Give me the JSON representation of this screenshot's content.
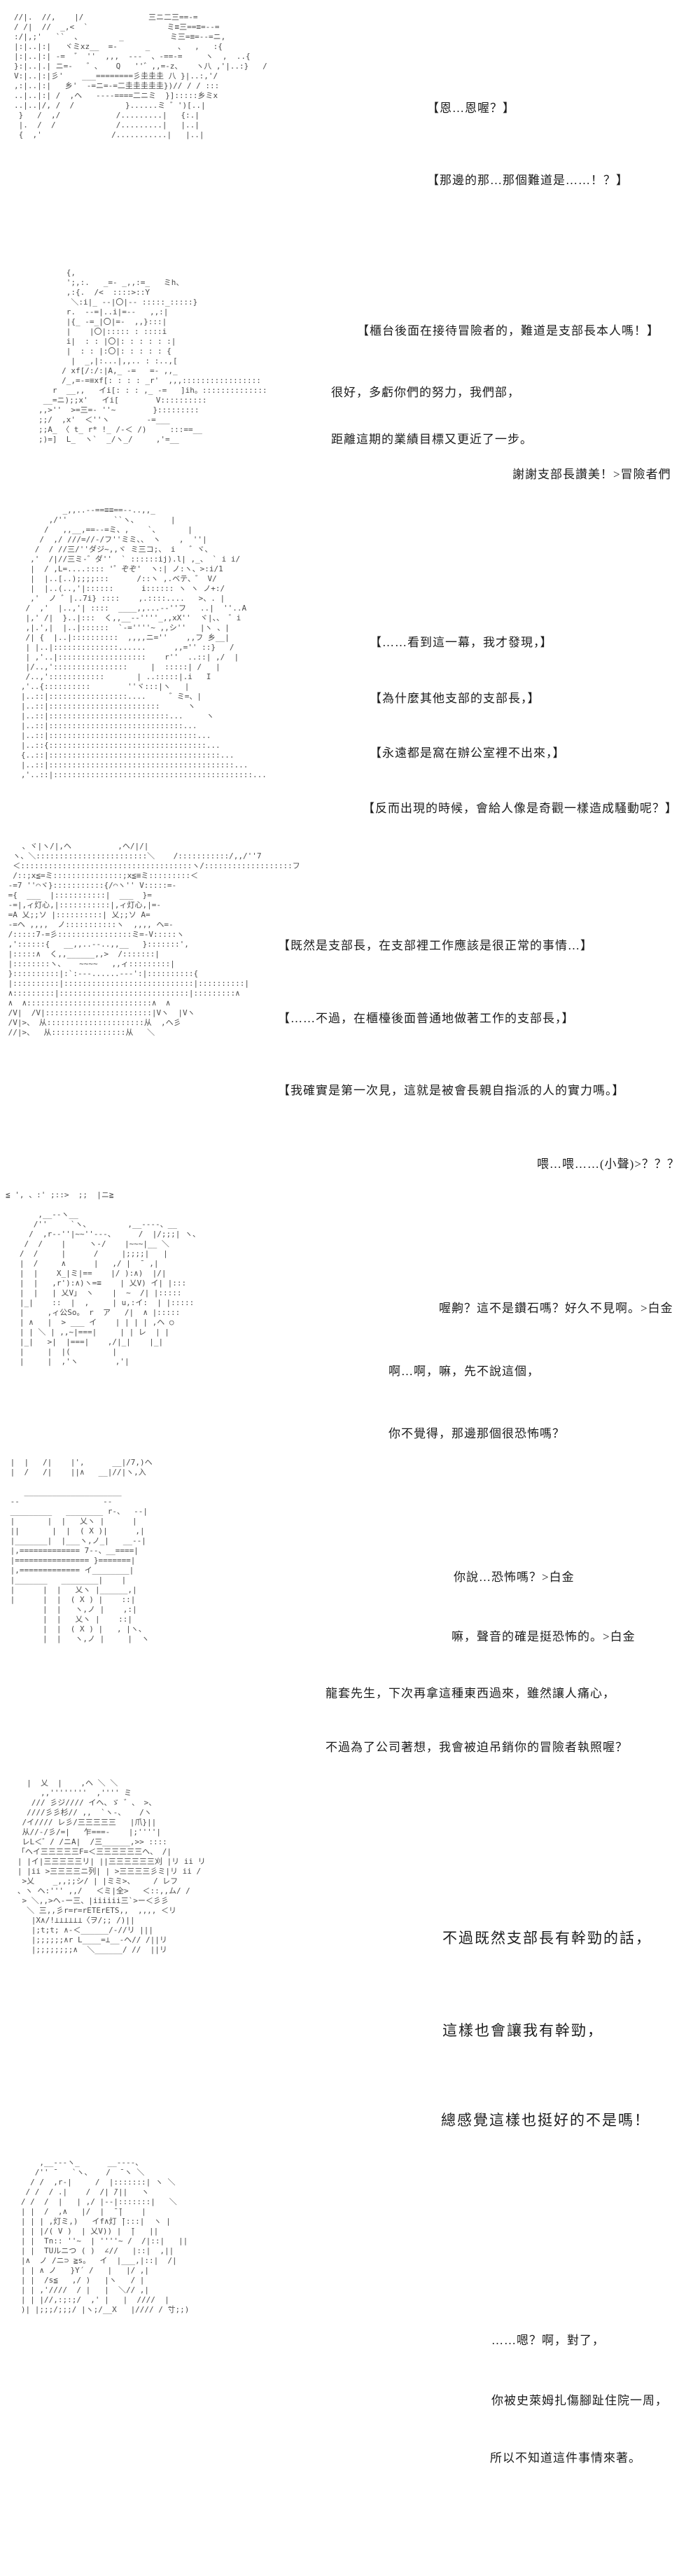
{
  "page": {
    "background_color": "#ffffff",
    "text_color": "#1c1c1c",
    "aa_color": "#4a4a4a"
  },
  "sections": [
    {
      "aa": [
        "//|.  //,    |/              三ニ二三==‐=",
        "/ /|  //  _,<  `                 ミ≡三==≡=‐‐=",
        ":/|,;'   ``  、        _          ミ三=≡=‐-=ニ,",
        "|:|..|:|   ヾミxz__  =‐      _      、  ,   :{",
        "|:|..|:| ‐=  ゛ ''  ,,,  ‐‐‐  、‐==‐=     ヽ  ,  ..{",
        "}:|..|.| ニ=‐   ゛、   Q   ''゛,,=‐z、   ヽ八 ,'|..:}   /",
        "V:|..|:|彡'    ___========彡圭圭圭 八 }|..:,'/",
        ",:|..|:|   乡'  ‐=ニ=‐=二圭圭圭圭圭})// / / :::",
        "..|..|:| /  ,ヘ   ‐‐‐‐====二ニミ  }]:::::乡ミx",
        "..|..|/, /  /           }......ミ ゛')[..|",
        " }   /  ,/            /.........|   {:.|",
        " |.  /  /             /.........|   |..|",
        " {  ,'               /...........|   |..|"
      ],
      "dialogues": [
        "【恩…恩喔？】",
        "【那邊的那…那個難道是……！？】"
      ]
    },
    {
      "aa": [
        "      {,",
        "      ';,:.   _=‐ _,,:=_   ミh、",
        "      ,:{.  /<  ::::>::Y",
        "       ＼:i|_ ‐‐|〇|‐‐ :::::_:::::}",
        "      r.  ‐‐=|..i|=‐‐   ,,:|",
        "      |{_ ‐=_|〇|=‐  ,,}:::|",
        "      |    |〇|::::: : ::::i",
        "      i|  : : |〇|: : : : : :|",
        "      |  : : |:〇|: : : : : {",
        "       |  _,|:...|,,.. : :..,[",
        "     / xf[/:/:|A,_ ‐=   =‐ ,,_",
        "     /_,=‐=≡xf[: : : : _r'  ,,,:::::::::::::::::",
        "   r  __,,   イi[: : : ,_ ‐=   ]ih。::::::::::::::",
        " __=ニ);;x'   イi[        V::::::::::",
        ",,>''  >=三=‐ ''~        }:::::::::",
        ";;/  ,x'  ＜''ヽ        ‐=___",
        ";;A_ 〈 t_ r* !_ /‐＜ /)     :::==__",
        ";)=]  L_  ヽ`  _/ヽ_/     ,'=__"
      ],
      "dialogues": [
        "【櫃台後面在接待冒險者的，難道是支部長本人嗎！】",
        "很好，多虧你們的努力，我們部，",
        "距離這期的業績目標又更近了一步。",
        "謝謝支部長讚美！>冒險者們"
      ]
    },
    {
      "aa": [
        "            _,,..--==≡≡==--..,,_",
        "         ,/''          ``ヽ、       |",
        "        /   ,,__,==‐‐=ミ、,    `、      |",
        "       /  ,/ ///=//‐/フ''ミミ、、 ヽ    ,  ''|",
        "      /  / //三/''ダジ~,,ヾ ミ三コ;、 i   ゛ヾ、",
        "     ,'  /|//三ミ‐゛ダ''  ` ::::::ij).l| ,_、 ` i i/",
        "     |  / ,L=....:::: '゜ぞぞ'  ヽ:| ノ:ヽ、>:i/1",
        "     |  |..[..);;;;:::      /::ヽ ,.ベテ、゛ V/",
        "     |  |..(..,'|::::::      i:::::: ヽ ヽ ノ+:/",
        "     ,'  ノ ゛|..7i} ::::    ,.::::....   >、. |",
        "    /  ,'  |..,'| ::::  ____,,...-‐''フ   ..|  ''..A",
        "    |,' /|  }..|:::  く,,__‐‐''''_,,xX''  ヾ|、、 ゛i",
        "    ,|.',|  |..|::::::  `‐=''''~ ,,シ''   |ヽ 、|",
        "    /| {  |..|::::::::::  ,,,,ニ=''    ,,フ 乡__|",
        "    | |..|::::::::::::::......      ,,='' ::}   /",
        "    | ,'..|:::::::::::::::::::    r''  ..::| ,/  |",
        "    |/..,'::::::::::::::::     |  :::::| /   |",
        "    /..,'::::::::::::       | ..:::::|.i   I",
        "   ,'..{::::::::::        ''ヾ:::|ヽ   |",
        "   |..::|:::::::::::::::::....     ゛ミ=、|",
        "   |..::|::::::::::::::::::::::::      ヽ",
        "   |..::|::::::::::::::::::::::::::...     ヽ",
        "   |..::|:::::::::::::::::::::::::::::...",
        "   |..::|::::::::::::::::::::::::::::::::...",
        "   |..::{::::::::::::::::::::::::::::::::::...",
        "   {..::|:::::::::::::::::::::::::::::::::::::...",
        "   |..::|::::::::::::::::::::::::::::::::::::::::...",
        "   ,'..::|:::::::::::::::::::::::::::::::::::::::::::..."
      ],
      "dialogues": [
        "【……看到這一幕，我才發現，】",
        "【為什麼其他支部的支部長，】",
        "【永遠都是窩在辦公室裡不出來，】",
        "【反而出現的時候，會給人像是奇觀一樣造成騷動呢？】"
      ]
    },
    {
      "aa": [
        "    、ヾ|ヽ/|,ヘ          ,ヘ/|/|",
        "  ヽ、＼::::::::::::::::::::::::＼    /:::::::::::/,,/''7",
        "  ＜:::::::::::::::::::::::::::::::::::::ヽ/:::::::::::::::::::フ",
        "  /::;x≦=ミ:::::::::::::::;x≦≡ミ:::::::::＜",
        " ‐=7 ''⌒ヾ}:::::::::::{/⌒ヽ'' V:::::=‐",
        " ={  ___  |:::::::::::|  ___  }=",
        " ‐=|,ィ灯心,|:::::::::::|,ィ灯心,|=‐",
        " =A 乂;;ソ |::::::::::| 乂;;ソ A=",
        " ‐=ヘ ,,,,  ノ:::::::::::ヽ  ,,,, ヘ=‐",
        " /:::::7‐=彡::::::::::::::::ミ=‐V:::::ヽ",
        " ,'::::::{   __,,..--..,,__   }:::::::',",
        " |:::::∧  く,,______,,>  /:::::::|",
        " |::::::::ヽ、   ~~~~   ,,ィ:::::::::|",
        " }::::::::::|:`:‐--......--‐':|::::::::::{",
        " |::::::::::|::::::::::::::::::::::::::::|::::::::::|",
        " ∧:::::::::|::::::::::::::::::::::::::::|:::::::::∧",
        " ∧  ∧:::::::::::::::::::::::::::∧  ∧",
        " /V|  /V|:::::::::::::::::::::::|Vヽ  |Vヽ",
        " /V|>、 从:::::::::::::::::::::从  ,ヘ彡",
        " //|>、  从::::::::::::::::从   ＼"
      ],
      "dialogues": [
        "【既然是支部長，在支部裡工作應該是很正常的事情…】",
        "【……不過，在櫃檯後面普通地做著工作的支部長，】",
        "【我確實是第一次見，這就是被會長親自指派的人的實力嗎。】",
        "喂…喂……(小聲)>？？？"
      ]
    },
    {
      "aa": [
        "≦ ', 、:' ;::>  ;;  |ニ≧",
        "",
        "       ,__‐‐ヽ__",
        "      /''     `ヽ、        ,__‐‐‐‐、__",
        "     /  ,r‐‐''|~~''‐--、     /  |/;;;| ヽ、",
        "    /  /    |     ヽ‐/    |~~~|__ ＼",
        "   /  /     |      /     |;;;;|   |",
        "   |  /     ∧      |   ,/ |  ̄  ,|",
        "   |  |    X_|ミ|==    |/ ):∧)  |/|",
        "   |  |   ,r'):∧)ヽ=≡    | 乂V) イ| |:::",
        "   |  |   | 乂V」 ヽ    |  ~  /| |:::::",
        "   |_|    ::  |  ,     | u,:イ:  | |:::::",
        "   |     ,ィ公So。 r  ア   /|  ∧ |:::::",
        "   | ∧   |  > ___ イ    | | | | ,ヘ ○",
        "   | | ＼ | ,,~|===|     | | レ  | |",
        "   |_|   >|  |===|    ,/|_|    |_|",
        "   |     |  |(         |",
        "   |     |  ,'ヽ        ,'|"
      ],
      "dialogues": [
        "喔齁？這不是鑽石嗎？好久不見啊。>白金",
        "啊…啊，嘛，先不說這個，",
        "你不覺得，那邊那個很恐怖嗎？"
      ]
    },
    {
      "aa": [
        " |  |   /|    |',      __|/7,)ヘ",
        " |  /   /|    ||∧   __|//|ヽ,入",
        "",
        "    _____________________",
        " ‐‐                  ‐‐",
        " _________   ________ r‐、  ‐‐|",
        " |       |  |   乂ヽ |      |",
        " ||       |  |  ( X )|      ,|",
        " |_______|  |___ヽ,ノ_|   __‐‐|",
        " |,============= 7‐‐、__====|",
        " |================ }=======|",
        " |,============= イ________|",
        " |_______   ________|    |",
        " |      |  |   乂ヽ |______,|",
        " |      |  |  ( X ) |    ::|",
        "        |  |   ヽ,ノ |    ,:|",
        "        |  |   乂ヽ |    ::|",
        "        |  |  ( X ) |   , |ヽ、",
        "        |  |   ヽ,ノ |     |  ヽ"
      ],
      "dialogues": [
        "你說…恐怖嗎？>白金",
        "嘛，聲音的確是挺恐怖的。>白金",
        "龍套先生，下次再拿這種東西過來，雖然讓人痛心，",
        "不過為了公司著想，我會被迫吊銷你的冒險者執照喔？"
      ]
    },
    {
      "aa": [
        "     |  乂  |    ,ヘ ＼ ＼",
        "        ,,''''''''  ,'''' ミ",
        "      /// 彡ジ//// イヘ、ゞ ゛、 >、",
        "     ////彡彡杉// ,,  `ヽ‐、   /ヽ",
        "    /イ//// レ彡/三三三三三   |爪}||",
        "    从//‐/彡/=|   乍===‐    |;''''|",
        "    レL＜゛/ /ニA|  /三______,>> ::::",
        "   「ヘイ三三三三三F=＜三三三三三三ヘ、 /|",
        "   | |イ|三三三三三リ| ||三三三三三三刈 |リ ii リ",
        "   | |ii >三三三三ニ列| | >三三三三彡ミ|リ ii /",
        "    >乂    _,,;;シ/ | |ミミ>、    / レフ",
        "   、ヽ ヘ:''' ,,/   ＜ミ|全>   ＜::,,ム/ /",
        "    > ＼,,>ヘ‐ー三、|iiiiii三`>ー＜彡彡",
        "     ＼ 三,,彡r=r=rETErETS,,  ,,,, ＜リ",
        "      |X∧/!⊥⊥⊥⊥⊥⊥〈ヲ/;; /)||",
        "      |;t;t; ∧‐＜______/‐//リ |||",
        "      |;;;;;;∧r L____=⊥__‐ヘ// /||リ",
        "      |;;;;;;;;∧  ＼______/ //  ||リ"
      ],
      "dialogues": [
        "不過既然支部長有幹勁的話，",
        "這樣也會讓我有幹勁，",
        "總感覺這樣也挺好的不是嗎！"
      ]
    },
    {
      "aa": [
        "       ,__‐‐‐ヽ_      __‐‐‐‐、",
        "      /'' ̄    `ヽ、   /  ̄ ヽ ＼",
        "     / /  ,r‐|     /  |:::::::| ヽ ＼",
        "    / /  / .|    /  /| ̄/||   ヽ",
        "   / /  /  |   | ,/ |‐‐|:::::::|   ＼",
        "   | |  /  ,∧   |/  |  ̄ ̄|    |",
        "   | | | ,灯ミ,)   イf∧灯 ̄|:::|  ヽ |",
        "   | | |/( V )  | 乂V)) |  ̄|   ||",
        "   | |  Tn:: ''~  | ''''~ /  /|::|   ||",
        "   | |  TUルニつ ( )  ∠//   |::|  ,||",
        "   |∧  ノ /ニ⊃ ≧s。  イ  |___,|::|  /|",
        "   | | ∧ ノ   }Y´ /   |   |/ ,|",
        "   | |  /s≦   ,/ )   |ヽ   / |",
        "   | | ,'////  / |   |  ＼// ,|",
        "   | | |//,:;:;/  ,' |   |  ////  |",
        "   )| |;;;/;;;/ |ヽ;/__X   |//// / ̄寸;;)"
      ],
      "dialogues": [
        "……嗯？啊，對了，",
        "你被史萊姆扎傷腳趾住院一周，",
        "所以不知道這件事情來著。"
      ]
    }
  ]
}
